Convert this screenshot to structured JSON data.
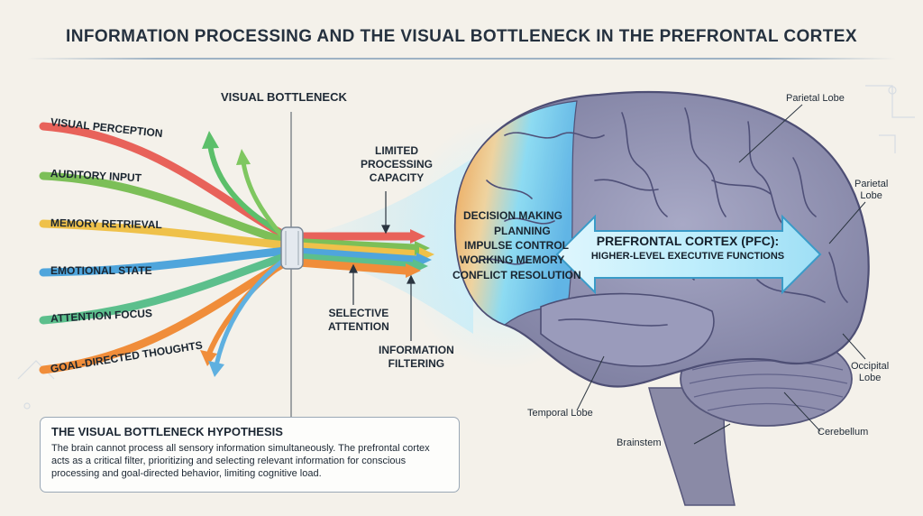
{
  "title": "INFORMATION PROCESSING AND THE VISUAL BOTTLENECK IN THE PREFRONTAL CORTEX",
  "bottleneck_label": "VISUAL BOTTLENECK",
  "streams": [
    {
      "label": "VISUAL PERCEPTION",
      "color": "#e8625a"
    },
    {
      "label": "AUDITORY INPUT",
      "color": "#7cbf58"
    },
    {
      "label": "MEMORY RETRIEVAL",
      "color": "#efc14a"
    },
    {
      "label": "EMOTIONAL STATE",
      "color": "#4fa5dc"
    },
    {
      "label": "ATTENTION FOCUS",
      "color": "#5cbf8c"
    },
    {
      "label": "GOAL-DIRECTED THOUGHTS",
      "color": "#f08d3a"
    }
  ],
  "annotations": {
    "limited_capacity": [
      "LIMITED",
      "PROCESSING",
      "CAPACITY"
    ],
    "selective_attention": [
      "SELECTIVE",
      "ATTENTION"
    ],
    "information_filtering": [
      "INFORMATION",
      "FILTERING"
    ]
  },
  "pfc": {
    "title": "PREFRONTAL CORTEX (PFC):",
    "subtitle": "HIGHER-LEVEL EXECUTIVE FUNCTIONS",
    "functions": [
      "DECISION MAKING",
      "PLANNING",
      "IMPULSE CONTROL",
      "WORKING MEMORY",
      "CONFLICT RESOLUTION"
    ]
  },
  "lobes": {
    "parietal_top": "Parietal Lobe",
    "parietal_right": [
      "Parietal",
      "Lobe"
    ],
    "occipital": [
      "Occipital",
      "Lobe"
    ],
    "temporal": "Temporal Lobe",
    "cerebellum": "Cerebellum",
    "brainstem": "Brainstem"
  },
  "hypothesis": {
    "title": "THE VISUAL BOTTLENECK HYPOTHESIS",
    "body": "The brain cannot process all sensory information simultaneously. The prefrontal cortex acts as a critical filter, prioritizing and selecting relevant information for conscious processing and goal-directed behavior, limiting cognitive load."
  },
  "colors": {
    "accent_blue": "#5ec8ee",
    "accent_orange": "#f3a24c",
    "brain_gray": "#8c8eb0"
  }
}
